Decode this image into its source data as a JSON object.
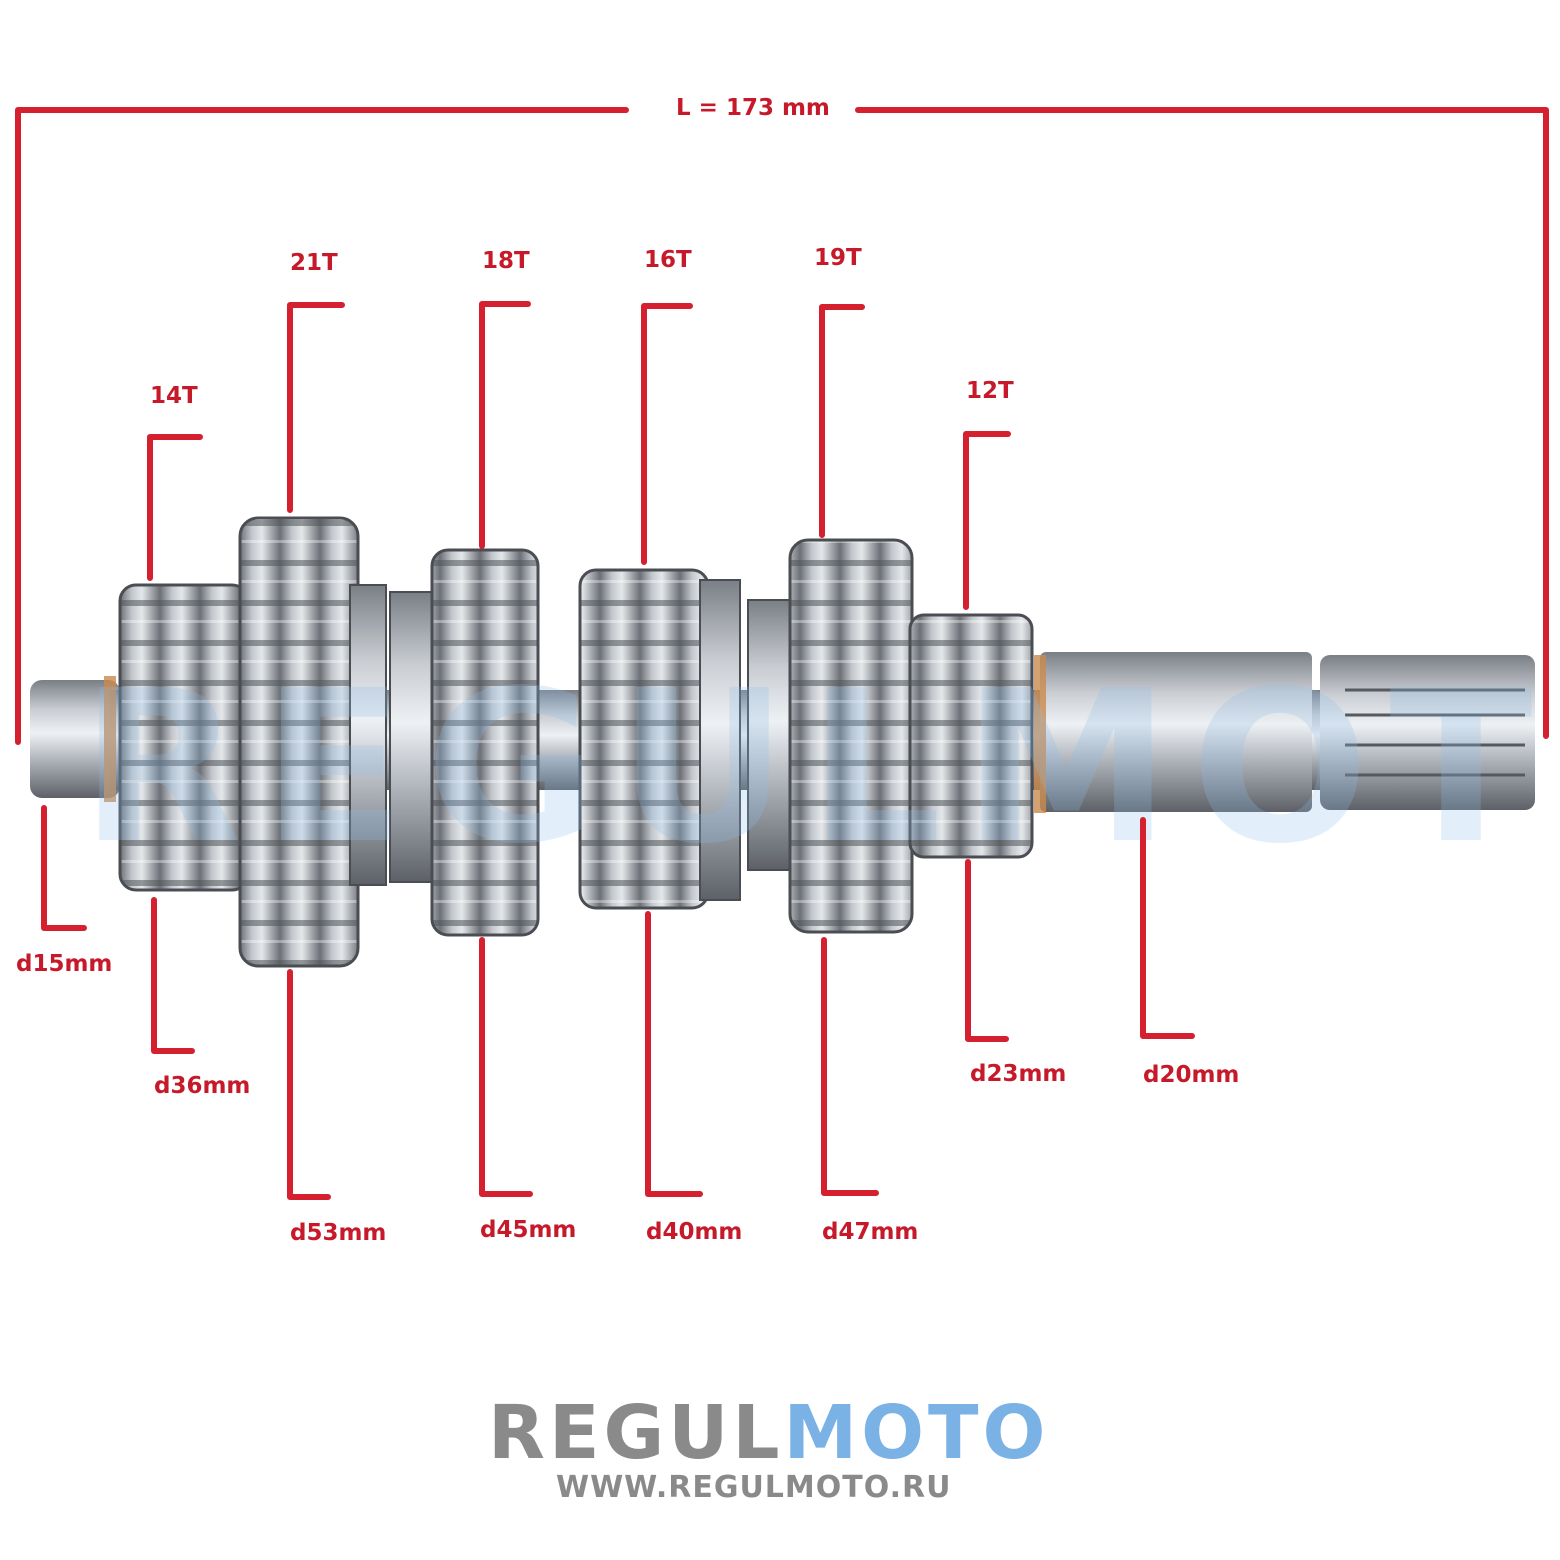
{
  "colors": {
    "dimension_line": "#d4202f",
    "label_text": "#c61a2a",
    "brand_gray": "#8a8a8a",
    "brand_blue": "#7bb2e6",
    "metal_light": "#d9dde1",
    "metal_dark": "#6d7177"
  },
  "overall_length": {
    "label": "L = 173 mm"
  },
  "teeth_labels": {
    "gear1": "14T",
    "gear2": "21T",
    "gear3": "18T",
    "gear4": "16T",
    "gear5": "19T",
    "gear6": "12T"
  },
  "diameter_labels": {
    "shaft_end": "d15mm",
    "gear1": "d36mm",
    "gear2": "d53mm",
    "gear3": "d45mm",
    "gear4": "d40mm",
    "gear5": "d47mm",
    "gear6": "d23mm",
    "shaft": "d20mm"
  },
  "watermark": {
    "brand_part1": "REGUL",
    "brand_part2": "MOTO",
    "website": "WWW.REGULMOTO.RU"
  }
}
